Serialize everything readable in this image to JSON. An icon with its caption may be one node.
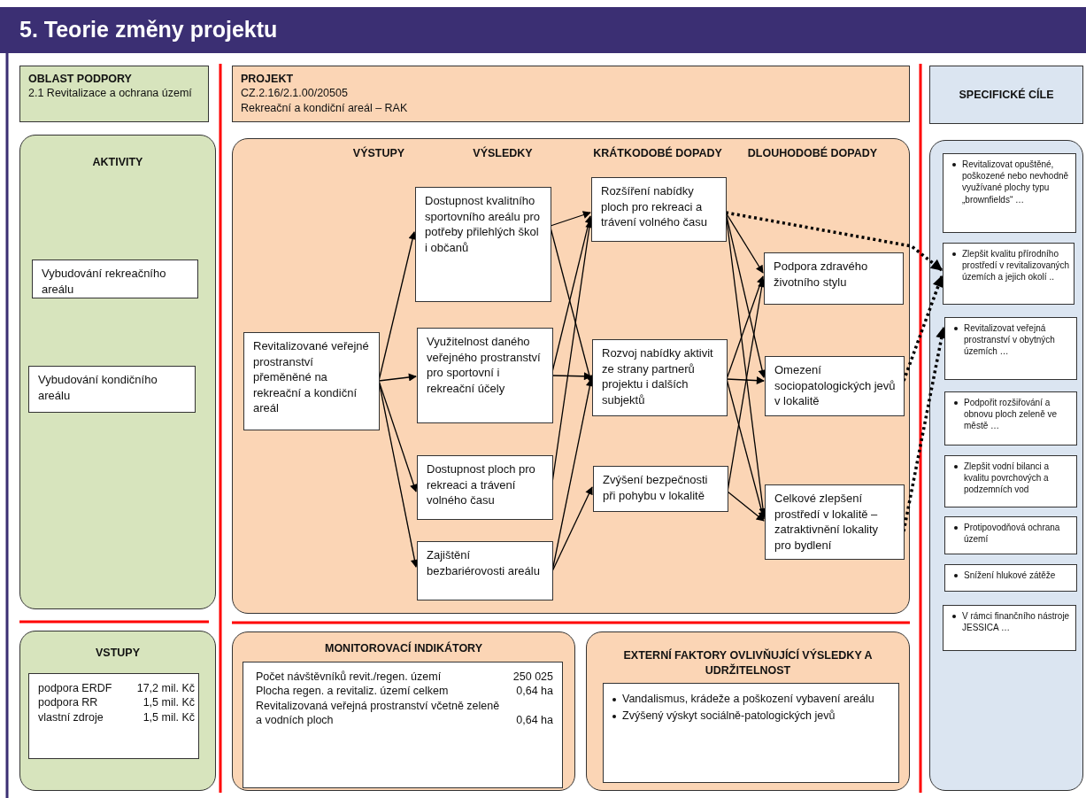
{
  "diagram": {
    "title": "5. Teorie změny projektu",
    "nodes": [
      {
        "text": [
          "OBLAST PODPORY",
          "2.1 Revitalizace a ochrana území"
        ]
      },
      {
        "text": [
          "AKTIVITY"
        ]
      },
      {
        "text": [
          "Vybudování rekreačního areálu"
        ],
        "in": 1
      },
      {
        "text": [
          "Vybudování kondičního areálu"
        ],
        "in": 1
      },
      {
        "text": [
          "VSTUPY"
        ]
      },
      {
        "text": [
          "podpora ERDF",
          "17,2 mil. Kč",
          "podpora RR",
          "1,5 mil. Kč",
          "vlastní zdroje",
          "1,5 mil. Kč"
        ],
        "in": 4
      },
      {
        "text": [
          "PROJEKT",
          "CZ.2.16/2.1.00/20505",
          "Rekreační a kondiční areál – RAK"
        ]
      },
      {
        "text": [
          "VÝSTUPY",
          "VÝSLEDKY",
          "KRÁTKODOBÉ DOPADY",
          "DLOUHODOBÉ DOPADY"
        ]
      },
      {
        "text": [
          "Revitalizované veřejné prostranství přeměněné na rekreační a kondiční areál"
        ],
        "in": 7
      },
      {
        "text": [
          "Dostupnost kvalitního sportovního areálu pro potřeby přilehlých škol i občanů"
        ],
        "in": 7
      },
      {
        "text": [
          "Využitelnost daného veřejného prostranství pro sportovní i rekreační účely"
        ],
        "in": 7
      },
      {
        "text": [
          "Dostupnost ploch pro rekreaci a trávení volného času"
        ],
        "in": 7
      },
      {
        "text": [
          "Zajištění bezbariérovosti areálu"
        ],
        "in": 7
      },
      {
        "text": [
          "Rozšíření nabídky ploch pro rekreaci a trávení volného času"
        ],
        "in": 7
      },
      {
        "text": [
          "Rozvoj nabídky aktivit ze strany partnerů projektu i dalších subjektů"
        ],
        "in": 7
      },
      {
        "text": [
          "Zvýšení bezpečnosti při pohybu v lokalitě"
        ],
        "in": 7
      },
      {
        "text": [
          "Podpora zdravého životního stylu"
        ],
        "in": 7
      },
      {
        "text": [
          "Omezení sociopatologických jevů v lokalitě"
        ],
        "in": 7
      },
      {
        "text": [
          "Celkové zlepšení prostředí v lokalitě – zatraktivnění lokality pro bydlení"
        ],
        "in": 7
      },
      {
        "text": [
          "MONITOROVACÍ INDIKÁTORY"
        ]
      },
      {
        "text": [
          "Počet návštěvníků revit./regen. území",
          "250 025",
          "Plocha regen. a revitaliz. území celkem",
          "0,64 ha",
          "Revitalizovaná veřejná prostranství včetně zeleně a vodních ploch",
          "0,64 ha"
        ],
        "in": 19
      },
      {
        "text": [
          "EXTERNÍ FAKTORY OVLIVŇUJÍCÍ VÝSLEDKY A UDRŽITELNOST"
        ]
      },
      {
        "text": [
          "Vandalismus, krádeže a poškození vybavení areálu",
          "Zvýšený výskyt sociálně-patologických jevů"
        ],
        "in": 21
      },
      {
        "text": [
          "SPECIFICKÉ CÍLE"
        ]
      },
      {
        "text": [],
        "shape": "box"
      },
      {
        "text": [
          "Revitalizovat opuštěné, poškozené nebo nevhodně využívané plochy typu „brownfields“ …"
        ],
        "in": 24
      },
      {
        "text": [
          "Zlepšit kvalitu přírodního prostředí v revitalizovaných územích a jejich okolí .."
        ],
        "in": 24
      },
      {
        "text": [
          "Revitalizovat veřejná prostranství v obytných územích …"
        ],
        "in": 24
      },
      {
        "text": [
          "Podpořit rozšiřování a obnovu ploch zeleně ve městě …"
        ],
        "in": 24
      },
      {
        "text": [
          "Zlepšit vodní bilanci a kvalitu povrchových a podzemních vod"
        ],
        "in": 24
      },
      {
        "text": [
          "Protipovodňová ochrana území"
        ],
        "in": 24
      },
      {
        "text": [
          "Snížení hlukové zátěže"
        ],
        "in": 24
      },
      {
        "text": [
          "V rámci finančního nástroje JESSICA …"
        ],
        "in": 24
      }
    ],
    "edges": [
      {
        "from": 8,
        "to": 9,
        "arrow": "to"
      },
      {
        "from": 8,
        "to": 10,
        "arrow": "to"
      },
      {
        "from": 8,
        "to": 11,
        "arrow": "to"
      },
      {
        "from": 8,
        "to": 12,
        "arrow": "to"
      },
      {
        "from": 9,
        "to": 13,
        "arrow": "to"
      },
      {
        "from": 9,
        "to": 14,
        "arrow": "to"
      },
      {
        "from": 10,
        "to": 13,
        "arrow": "to"
      },
      {
        "from": 10,
        "to": 14,
        "arrow": "to"
      },
      {
        "from": 11,
        "to": 13,
        "arrow": "to"
      },
      {
        "from": 12,
        "to": 14,
        "arrow": "to"
      },
      {
        "from": 12,
        "to": 15,
        "arrow": "to"
      },
      {
        "from": 13,
        "to": 16,
        "arrow": "to"
      },
      {
        "from": 13,
        "to": 17,
        "arrow": "to"
      },
      {
        "from": 13,
        "to": 18,
        "arrow": "to"
      },
      {
        "from": 14,
        "to": 16,
        "arrow": "to"
      },
      {
        "from": 14,
        "to": 17,
        "arrow": "to"
      },
      {
        "from": 14,
        "to": 18,
        "arrow": "to"
      },
      {
        "from": 15,
        "to": 16,
        "arrow": "to"
      },
      {
        "from": 15,
        "to": 18,
        "arrow": "to"
      },
      {
        "from": 13,
        "to": 26,
        "arrow": "to",
        "style": "dashed"
      },
      {
        "from": 17,
        "to": 26,
        "arrow": "to",
        "style": "dashed"
      },
      {
        "from": 18,
        "to": 27,
        "arrow": "to",
        "style": "dashed"
      }
    ]
  }
}
